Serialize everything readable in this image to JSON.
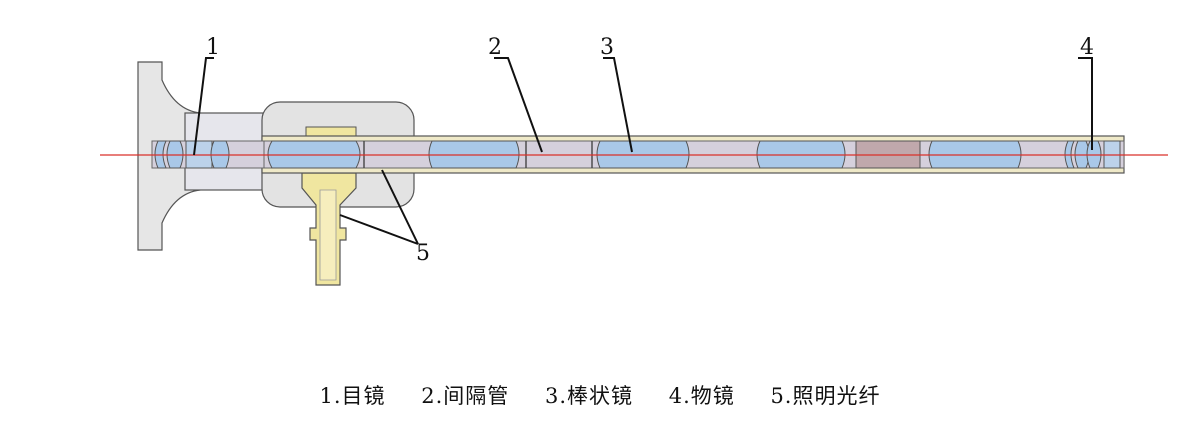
{
  "callouts": {
    "c1": "1",
    "c2": "2",
    "c3": "3",
    "c4": "4",
    "c5": "5"
  },
  "caption": [
    "1.目镜",
    "2.间隔管",
    "3.棒状镜",
    "4.物镜",
    "5.照明光纤"
  ],
  "colors": {
    "axis": "#d9302a",
    "lens": "#a9c8e8",
    "spacer": "#c9c3d0",
    "housing": "#dcdcdc",
    "fiber": "#f0e6a0"
  }
}
